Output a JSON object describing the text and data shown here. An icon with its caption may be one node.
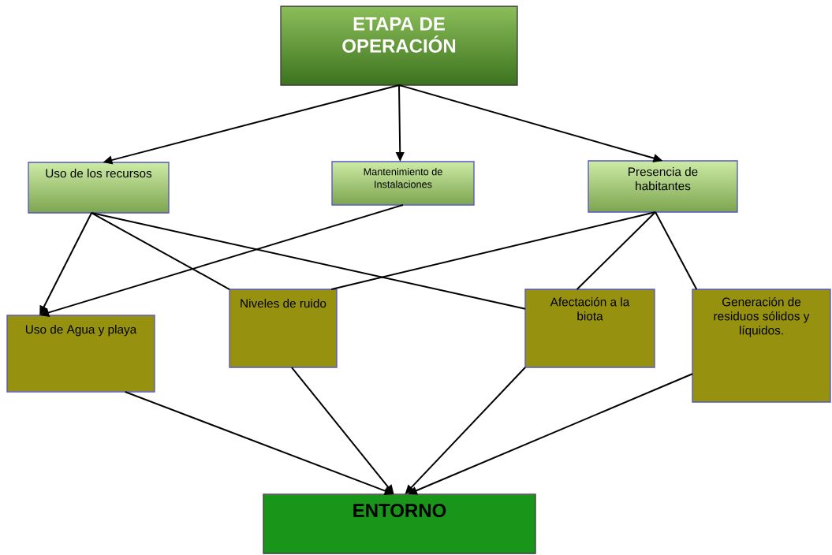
{
  "diagram": {
    "nodes": [
      {
        "text": [
          "ETAPA DE OPERACIÓN"
        ]
      },
      {
        "text": [
          "Uso de los recursos"
        ]
      },
      {
        "text": [
          "Mantenimiento de Instalaciones"
        ]
      },
      {
        "text": [
          "Presencia de habitantes"
        ]
      },
      {
        "text": [
          "Uso de Agua y playa"
        ]
      },
      {
        "text": [
          "Niveles de ruido"
        ]
      },
      {
        "text": [
          "Afectación a la biota"
        ]
      },
      {
        "text": [
          "Generación de residuos sólidos y líquidos."
        ]
      },
      {
        "text": [
          "ENTORNO"
        ]
      }
    ],
    "edges": [
      {
        "from": 0,
        "to": 1,
        "arrow": "to"
      },
      {
        "from": 0,
        "to": 2,
        "arrow": "to"
      },
      {
        "from": 0,
        "to": 3,
        "arrow": "to"
      },
      {
        "from": 1,
        "to": 4,
        "arrow": "to"
      },
      {
        "from": 2,
        "to": 4,
        "arrow": "to"
      },
      {
        "from": 1,
        "to": 5,
        "arrow": "none"
      },
      {
        "from": 1,
        "to": 6,
        "arrow": "none"
      },
      {
        "from": 3,
        "to": 5,
        "arrow": "none"
      },
      {
        "from": 3,
        "to": 6,
        "arrow": "none"
      },
      {
        "from": 3,
        "to": 7,
        "arrow": "none"
      },
      {
        "from": 4,
        "to": 8,
        "arrow": "to"
      },
      {
        "from": 5,
        "to": 8,
        "arrow": "to"
      },
      {
        "from": 6,
        "to": 8,
        "arrow": "to"
      },
      {
        "from": 7,
        "to": 8,
        "arrow": "to"
      }
    ]
  }
}
